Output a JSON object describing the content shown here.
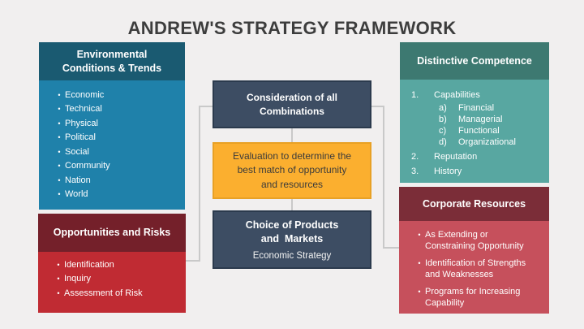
{
  "slide": {
    "title": "ANDREW'S STRATEGY FRAMEWORK"
  },
  "left_top": {
    "header": "Environmental\nConditions & Trends",
    "items": [
      "Economic",
      "Technical",
      "Physical",
      "Political",
      "Social",
      "Community",
      "Nation",
      "World"
    ]
  },
  "left_bottom": {
    "header": "Opportunities and Risks",
    "items": [
      "Identification",
      "Inquiry",
      "Assessment of Risk"
    ]
  },
  "center": {
    "top_box": "Consideration of all\nCombinations",
    "middle_box": "Evaluation to determine the\nbest match of opportunity\nand resources",
    "bottom_box_title": "Choice of Products\nand  Markets",
    "bottom_box_subtitle": "Economic Strategy"
  },
  "right_top": {
    "header": "Distinctive Competence",
    "items": [
      {
        "marker": "1.",
        "label": "Capabilities",
        "indent": 0
      },
      {
        "marker": "a)",
        "label": "Financial",
        "indent": 1
      },
      {
        "marker": "b)",
        "label": "Managerial",
        "indent": 1
      },
      {
        "marker": "c)",
        "label": "Functional",
        "indent": 1
      },
      {
        "marker": "d)",
        "label": "Organizational",
        "indent": 1
      },
      {
        "marker": "2.",
        "label": "Reputation",
        "indent": 0
      },
      {
        "marker": "3.",
        "label": "History",
        "indent": 0
      }
    ]
  },
  "right_bottom": {
    "header": "Corporate Resources",
    "items": [
      "As Extending or\nConstraining Opportunity",
      "Identification of Strengths\nand Weaknesses",
      "Programs for Increasing\nCapability"
    ]
  },
  "colors": {
    "background": "#f1efef",
    "title_text": "#3d3d3d",
    "teal_header": "#1a5a71",
    "teal_body": "#1f81aa",
    "maroon_header_left": "#74202a",
    "red_body_left": "#c02b33",
    "green_header": "#3d7971",
    "green_body": "#58a7a1",
    "maroon_header_right": "#7b2d38",
    "rose_body_right": "#c6505c",
    "slate_box": "#3d4d63",
    "slate_border": "#2b3a4d",
    "amber_box": "#fbaf2f",
    "amber_border": "#e8a125",
    "connector": "#c9c9c9"
  }
}
